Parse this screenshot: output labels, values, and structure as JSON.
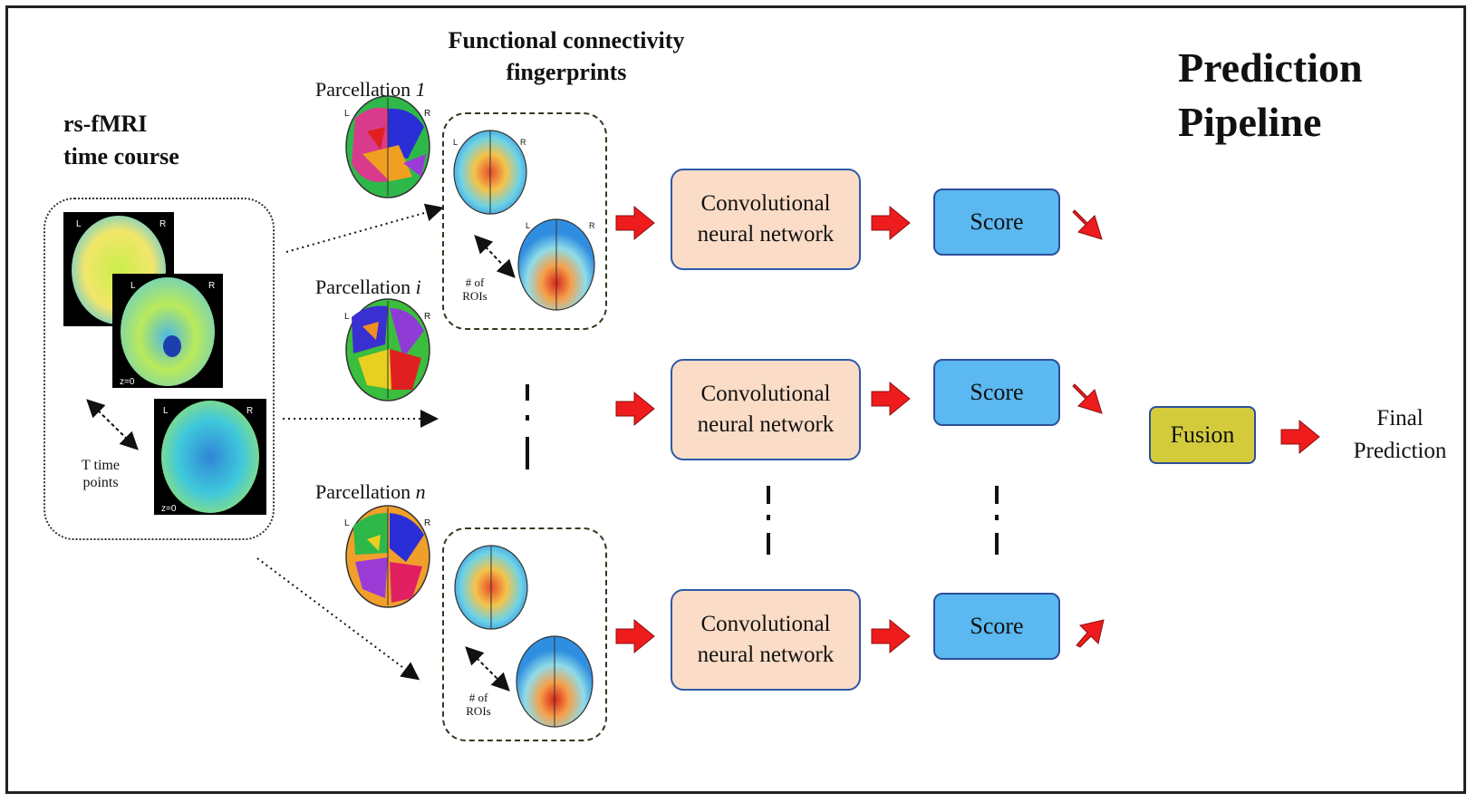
{
  "title": {
    "line1": "Prediction",
    "line2": "Pipeline"
  },
  "fingerprints_heading": {
    "line1": "Functional connectivity",
    "line2": "fingerprints"
  },
  "rsfmri_heading": {
    "line1": "rs-fMRI",
    "line2": "time course"
  },
  "parcellations": [
    {
      "prefix": "Parcellation ",
      "var": "1"
    },
    {
      "prefix": "Parcellation ",
      "var": "i"
    },
    {
      "prefix": "Parcellation ",
      "var": "n"
    }
  ],
  "time_label": {
    "line1": "T time",
    "line2": "points"
  },
  "roi_label": {
    "line1": "# of",
    "line2": "ROIs"
  },
  "brain_marks": {
    "left": "L",
    "right": "R",
    "slice": "z=0"
  },
  "cnn_label": {
    "line1": "Convolutional",
    "line2": "neural network"
  },
  "score_label": "Score",
  "fusion_label": "Fusion",
  "final": {
    "line1": "Final",
    "line2": "Prediction"
  },
  "colors": {
    "cnn_fill": "#fbdcc6",
    "score_fill": "#5bb8f0",
    "fusion_fill": "#d3cb3c",
    "arrow": "#ee1c1c"
  }
}
